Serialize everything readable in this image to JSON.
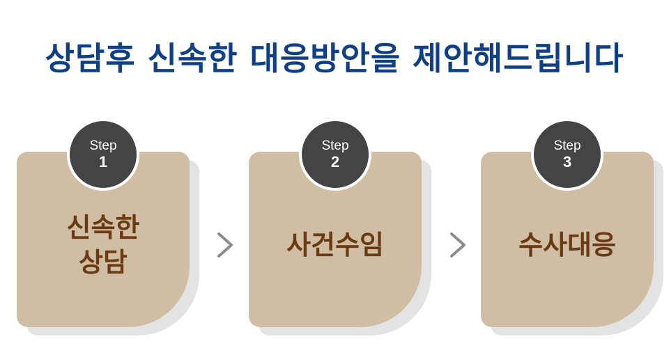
{
  "title": "상담후 신속한 대응방안을 제안해드립니다",
  "steps": [
    {
      "badge_word": "Step",
      "badge_number": "1",
      "label_line1": "신속한",
      "label_line2": "상담"
    },
    {
      "badge_word": "Step",
      "badge_number": "2",
      "label_line1": "사건수임",
      "label_line2": ""
    },
    {
      "badge_word": "Step",
      "badge_number": "3",
      "label_line1": "수사대응",
      "label_line2": ""
    }
  ],
  "icons": [
    "chevron-right-icon",
    "chevron-right-icon"
  ],
  "colors": {
    "title": "#0f3f87",
    "card": "#d0bea4",
    "card_shadow": "#e3e3e3",
    "card_text": "#6a3a12",
    "badge": "#444444",
    "arrow": "#8c8c8c"
  }
}
